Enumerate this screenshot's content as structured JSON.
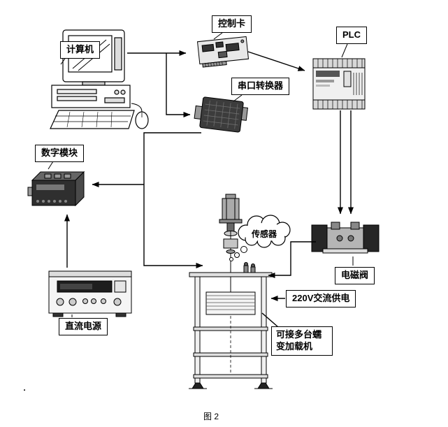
{
  "figure": {
    "caption": "图 2",
    "stray_mark": "."
  },
  "nodes": {
    "computer": {
      "label": "计算机"
    },
    "control_card": {
      "label": "控制卡"
    },
    "plc": {
      "label": "PLC"
    },
    "serial_converter": {
      "label": "串口转换器"
    },
    "digital_module": {
      "label": "数字模块"
    },
    "sensor": {
      "label": "传感器"
    },
    "solenoid_valve": {
      "label": "电磁阀"
    },
    "ac_power": {
      "label": "220V交流供电"
    },
    "creep_loader": {
      "label": "可接多台蠕变加载机"
    },
    "dc_power": {
      "label": "直流电源"
    }
  },
  "colors": {
    "line": "#000000",
    "device_dark": "#2f2f2f",
    "device_gray": "#b5b5b5",
    "background": "#ffffff"
  }
}
